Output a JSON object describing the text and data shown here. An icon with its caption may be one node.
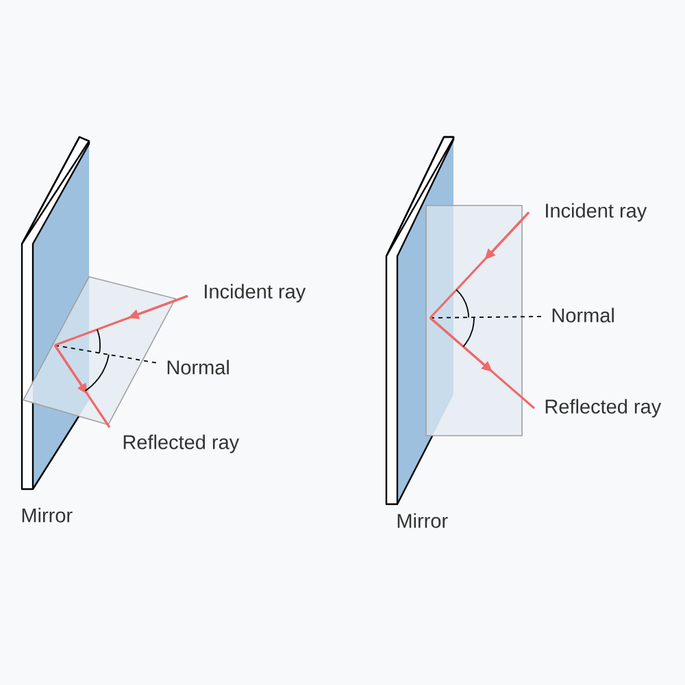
{
  "diagram": {
    "labels": [
      "Incident ray",
      "Normal",
      "Reflected ray",
      "Mirror",
      "Incident ray",
      "Normal",
      "Reflected ray",
      "Mirror"
    ]
  }
}
